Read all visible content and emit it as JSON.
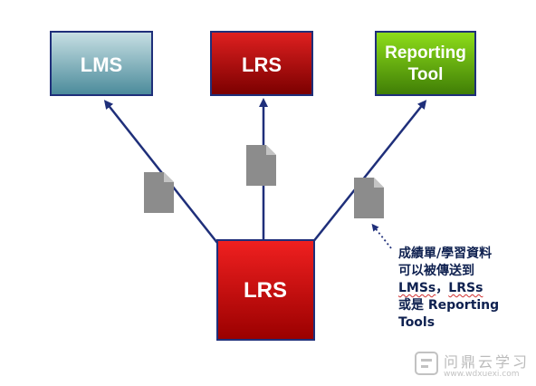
{
  "nodes": {
    "lms": {
      "label": "LMS",
      "color_top": "#c8e0e4",
      "color_bottom": "#4a8a9a"
    },
    "lrs_top": {
      "label": "LRS",
      "color_top": "#e02020",
      "color_bottom": "#7a0000"
    },
    "reporting": {
      "label_line1": "Reporting",
      "label_line2": "Tool",
      "color_top": "#8ede1a",
      "color_bottom": "#3f7d06"
    },
    "lrs_center": {
      "label": "LRS",
      "color_top": "#f02020",
      "color_bottom": "#9a0000"
    }
  },
  "border_color": "#1f2f7a",
  "line_color": "#1f2f7a",
  "document_icon_color": "#8c8c8c",
  "note": {
    "line1": "成績單/學習資料",
    "line2": "可以被傳送到",
    "line3_a": "LMSs",
    "line3_b": "，",
    "line3_c": "LRSs",
    "line4": "或是 Reporting",
    "line5": "Tools"
  },
  "watermark": {
    "title": "问鼎云学习",
    "url": "www.wdxuexi.com"
  }
}
